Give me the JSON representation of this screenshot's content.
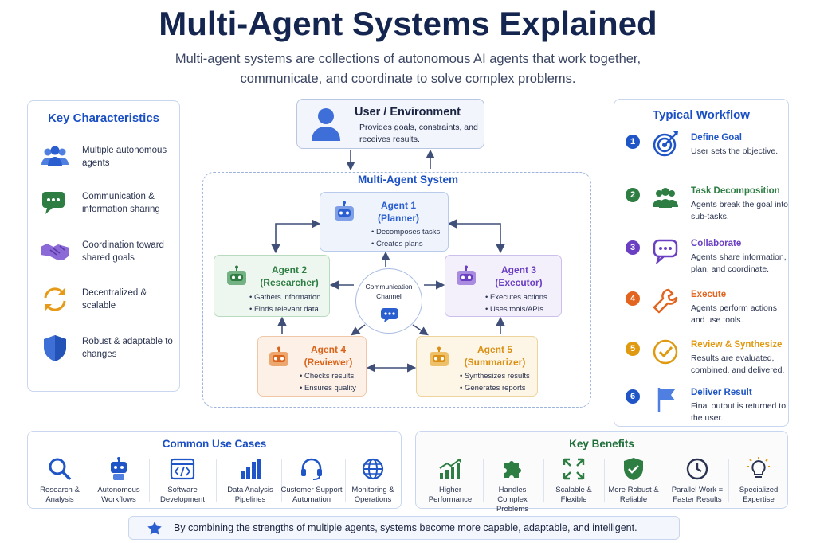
{
  "title": "Multi-Agent Systems Explained",
  "subtitle_line1": "Multi-agent systems are collections of autonomous AI agents that work together,",
  "subtitle_line2": "communicate, and coordinate to solve complex problems.",
  "key_characteristics": {
    "title": "Key Characteristics",
    "items": [
      {
        "label": "Multiple autonomous agents",
        "icon": "users-icon"
      },
      {
        "label": "Communication & information sharing",
        "icon": "chat-icon"
      },
      {
        "label": "Coordination toward shared goals",
        "icon": "handshake-icon"
      },
      {
        "label": "Decentralized & scalable",
        "icon": "sync-icon"
      },
      {
        "label": "Robust & adaptable to changes",
        "icon": "shield-icon"
      }
    ]
  },
  "user_env": {
    "title": "User / Environment",
    "desc": "Provides goals, constraints, and receives results."
  },
  "mas": {
    "title": "Multi-Agent System",
    "hub_label": "Communication Channel",
    "agents": [
      {
        "name": "Agent 1",
        "role": "(Planner)",
        "tasks": [
          "Decomposes tasks",
          "Creates plans"
        ],
        "color": "#2b5fd0"
      },
      {
        "name": "Agent 2",
        "role": "(Researcher)",
        "tasks": [
          "Gathers information",
          "Finds relevant data"
        ],
        "color": "#2e7d43"
      },
      {
        "name": "Agent 3",
        "role": "(Executor)",
        "tasks": [
          "Executes actions",
          "Uses tools/APIs"
        ],
        "color": "#6a3fc2"
      },
      {
        "name": "Agent 4",
        "role": "(Reviewer)",
        "tasks": [
          "Checks results",
          "Ensures quality"
        ],
        "color": "#d9651c"
      },
      {
        "name": "Agent 5",
        "role": "(Summarizer)",
        "tasks": [
          "Synthesizes results",
          "Generates reports"
        ],
        "color": "#d99014"
      }
    ]
  },
  "workflow": {
    "title": "Typical Workflow",
    "steps": [
      {
        "num": "1",
        "head": "Define Goal",
        "desc": "User sets the objective.",
        "color": "#1f55c6",
        "icon": "target-icon"
      },
      {
        "num": "2",
        "head": "Task Decomposition",
        "desc": "Agents break the goal into sub-tasks.",
        "color": "#2e7d43",
        "icon": "team-icon"
      },
      {
        "num": "3",
        "head": "Collaborate",
        "desc": "Agents share information, plan, and coordinate.",
        "color": "#6a3fc2",
        "icon": "chat-icon"
      },
      {
        "num": "4",
        "head": "Execute",
        "desc": "Agents perform actions and use tools.",
        "color": "#e2641e",
        "icon": "wrench-icon"
      },
      {
        "num": "5",
        "head": "Review & Synthesize",
        "desc": "Results are evaluated, combined, and delivered.",
        "color": "#e09a12",
        "icon": "check-circle-icon"
      },
      {
        "num": "6",
        "head": "Deliver Result",
        "desc": "Final output is returned to the user.",
        "color": "#1f55c6",
        "icon": "flag-icon"
      }
    ]
  },
  "use_cases": {
    "title": "Common Use Cases",
    "items": [
      {
        "label": "Research & Analysis",
        "icon": "search-icon"
      },
      {
        "label": "Autonomous Workflows",
        "icon": "robot-icon"
      },
      {
        "label": "Software Development",
        "icon": "code-window-icon"
      },
      {
        "label": "Data Analysis Pipelines",
        "icon": "bar-chart-icon"
      },
      {
        "label": "Customer Support Automation",
        "icon": "headset-icon"
      },
      {
        "label": "Monitoring & Operations",
        "icon": "globe-icon"
      }
    ]
  },
  "key_benefits": {
    "title": "Key Benefits",
    "items": [
      {
        "label": "Higher Performance",
        "icon": "trend-up-icon"
      },
      {
        "label": "Handles Complex Problems",
        "icon": "puzzle-icon"
      },
      {
        "label": "Scalable & Flexible",
        "icon": "expand-icon"
      },
      {
        "label": "More Robust & Reliable",
        "icon": "shield-check-icon"
      },
      {
        "label": "Parallel Work = Faster Results",
        "icon": "clock-icon"
      },
      {
        "label": "Specialized Expertise",
        "icon": "lightbulb-icon"
      }
    ]
  },
  "footer": "By combining the strengths of multiple agents, systems become more capable, adaptable, and intelligent."
}
